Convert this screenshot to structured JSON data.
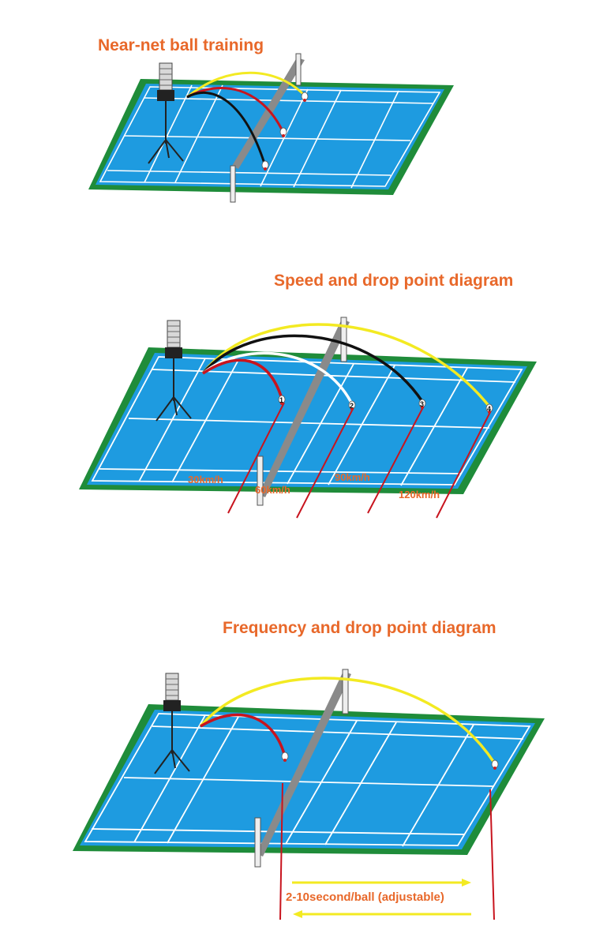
{
  "panels": [
    {
      "title": "Near-net ball training"
    },
    {
      "title": "Speed and drop point diagram",
      "speeds": [
        "30km/h",
        "60km/h",
        "90km/h",
        "120km/h"
      ]
    },
    {
      "title": "Frequency and drop point diagram",
      "frequency_label": "2-10second/ball (adjustable)"
    }
  ],
  "markers": [
    "1",
    "2",
    "3",
    "4"
  ],
  "colors": {
    "title": "#e8682a",
    "court": "#1e9be0",
    "border": "#1f8c3a",
    "net": "#8a8a8a",
    "arc_yellow": "#f3ea22",
    "arc_red": "#c8141e",
    "arc_black": "#111111",
    "arc_white": "#ffffff"
  }
}
